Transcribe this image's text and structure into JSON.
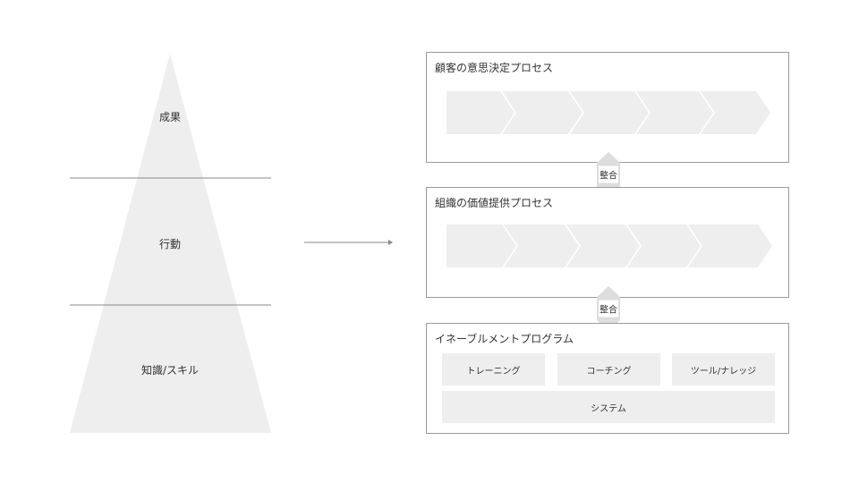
{
  "pyramid": {
    "levels": [
      {
        "label": "成果"
      },
      {
        "label": "行動"
      },
      {
        "label": "知識/スキル"
      }
    ]
  },
  "panels": {
    "customer": {
      "title": "顧客の意思決定プロセス"
    },
    "value": {
      "title": "組織の価値提供プロセス"
    },
    "enablement": {
      "title": "イネーブルメントプログラム",
      "items": [
        "トレーニング",
        "コーチング",
        "ツール/ナレッジ"
      ],
      "system": "システム"
    }
  },
  "alignment": {
    "label": "整合"
  },
  "colors": {
    "fill": "#eeeeee",
    "border": "#9a9a9a",
    "line": "#888888",
    "badge": "#dddddd"
  }
}
